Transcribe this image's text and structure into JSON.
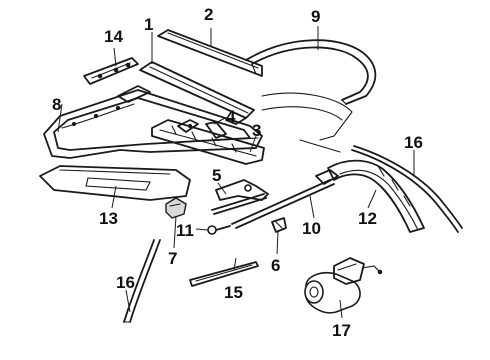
{
  "callouts": [
    {
      "id": "1",
      "label": "1"
    },
    {
      "id": "2",
      "label": "2"
    },
    {
      "id": "3",
      "label": "3"
    },
    {
      "id": "4",
      "label": "4"
    },
    {
      "id": "5",
      "label": "5"
    },
    {
      "id": "6",
      "label": "6"
    },
    {
      "id": "7",
      "label": "7"
    },
    {
      "id": "8",
      "label": "8"
    },
    {
      "id": "9",
      "label": "9"
    },
    {
      "id": "10",
      "label": "10"
    },
    {
      "id": "11",
      "label": "11"
    },
    {
      "id": "12",
      "label": "12"
    },
    {
      "id": "13",
      "label": "13"
    },
    {
      "id": "14",
      "label": "14"
    },
    {
      "id": "15",
      "label": "15"
    },
    {
      "id": "16a",
      "label": "16"
    },
    {
      "id": "16b",
      "label": "16"
    },
    {
      "id": "17",
      "label": "17"
    }
  ]
}
